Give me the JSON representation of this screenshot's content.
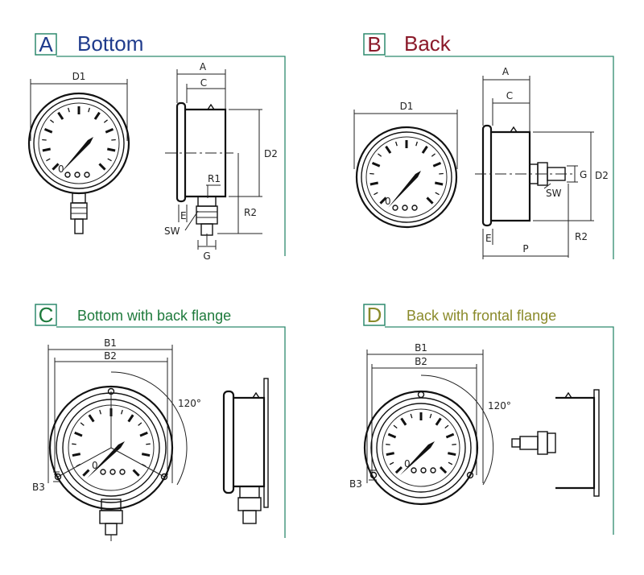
{
  "panels": [
    {
      "letter": "A",
      "title": "Bottom",
      "color": "#1f3b8c"
    },
    {
      "letter": "B",
      "title": "Back",
      "color": "#8b1a2a"
    },
    {
      "letter": "C",
      "title": "Bottom with back flange",
      "color": "#1e7a3c"
    },
    {
      "letter": "D",
      "title": "Back with frontal flange",
      "color": "#8a8a2a"
    }
  ],
  "colors": {
    "frame": "#2e8a6e",
    "letter_box": "#2e8a6e",
    "line": "#222222"
  },
  "labels": {
    "d1": "D1",
    "a": "A",
    "c": "C",
    "d2": "D2",
    "r1": "R1",
    "r2": "R2",
    "e": "E",
    "sw": "SW",
    "g": "G",
    "p": "P",
    "b1": "B1",
    "b2": "B2",
    "b3": "B3",
    "angle": "120°",
    "zero": "0"
  }
}
